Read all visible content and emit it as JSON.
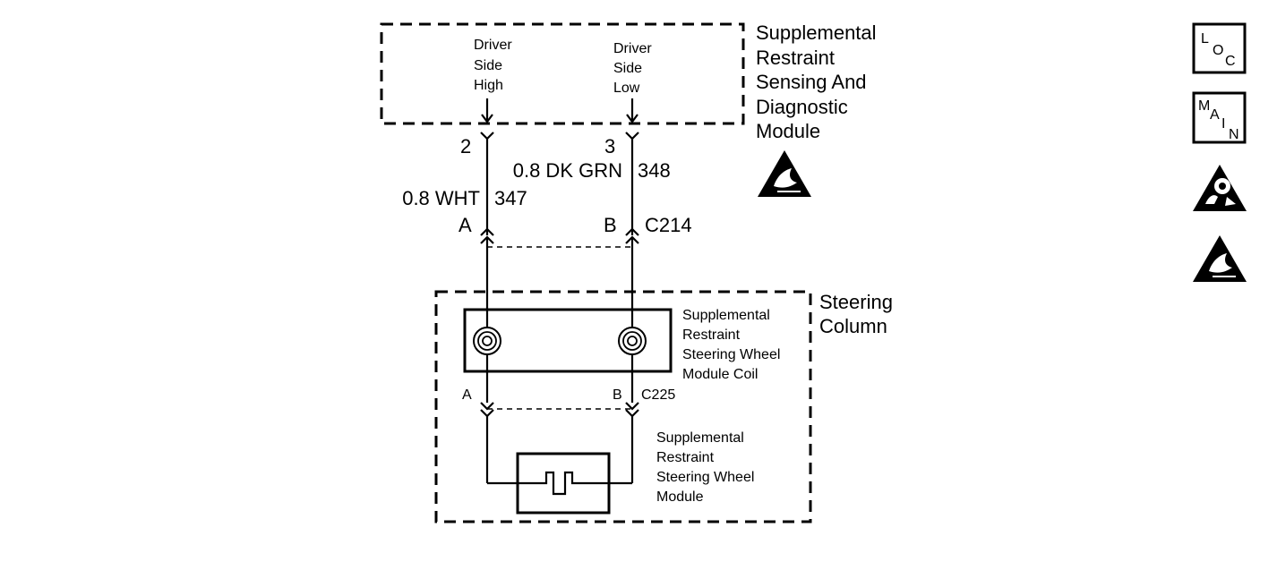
{
  "module": {
    "title_lines": [
      "Supplemental",
      "Restraint",
      "Sensing And",
      "Diagnostic",
      "Module"
    ],
    "pin_labels": {
      "left": [
        "Driver",
        "Side",
        "High"
      ],
      "right": [
        "Driver",
        "Side",
        "Low"
      ]
    },
    "pin_numbers": {
      "left": "2",
      "right": "3"
    }
  },
  "wires": {
    "left": {
      "color_label": "0.8 WHT",
      "circuit": "347"
    },
    "right": {
      "color_label": "0.8 DK GRN",
      "circuit": "348"
    }
  },
  "connector_c214": {
    "name": "C214",
    "left_pin": "A",
    "right_pin": "B"
  },
  "steering_column": {
    "title_lines": [
      "Steering",
      "Column"
    ],
    "coil": {
      "title_lines": [
        "Supplemental",
        "Restraint",
        "Steering Wheel",
        "Module Coil"
      ]
    },
    "connector_c225": {
      "name": "C225",
      "left_pin": "A",
      "right_pin": "B"
    },
    "wheel_module": {
      "title_lines": [
        "Supplemental",
        "Restraint",
        "Steering Wheel",
        "Module"
      ]
    }
  },
  "legend_icons": [
    {
      "name": "loc-icon",
      "letters": [
        "L",
        "O",
        "C"
      ]
    },
    {
      "name": "main-icon",
      "letters": [
        "M",
        "A",
        "I",
        "N"
      ]
    },
    {
      "name": "airbag-warning-icon"
    },
    {
      "name": "esd-warning-icon"
    }
  ]
}
